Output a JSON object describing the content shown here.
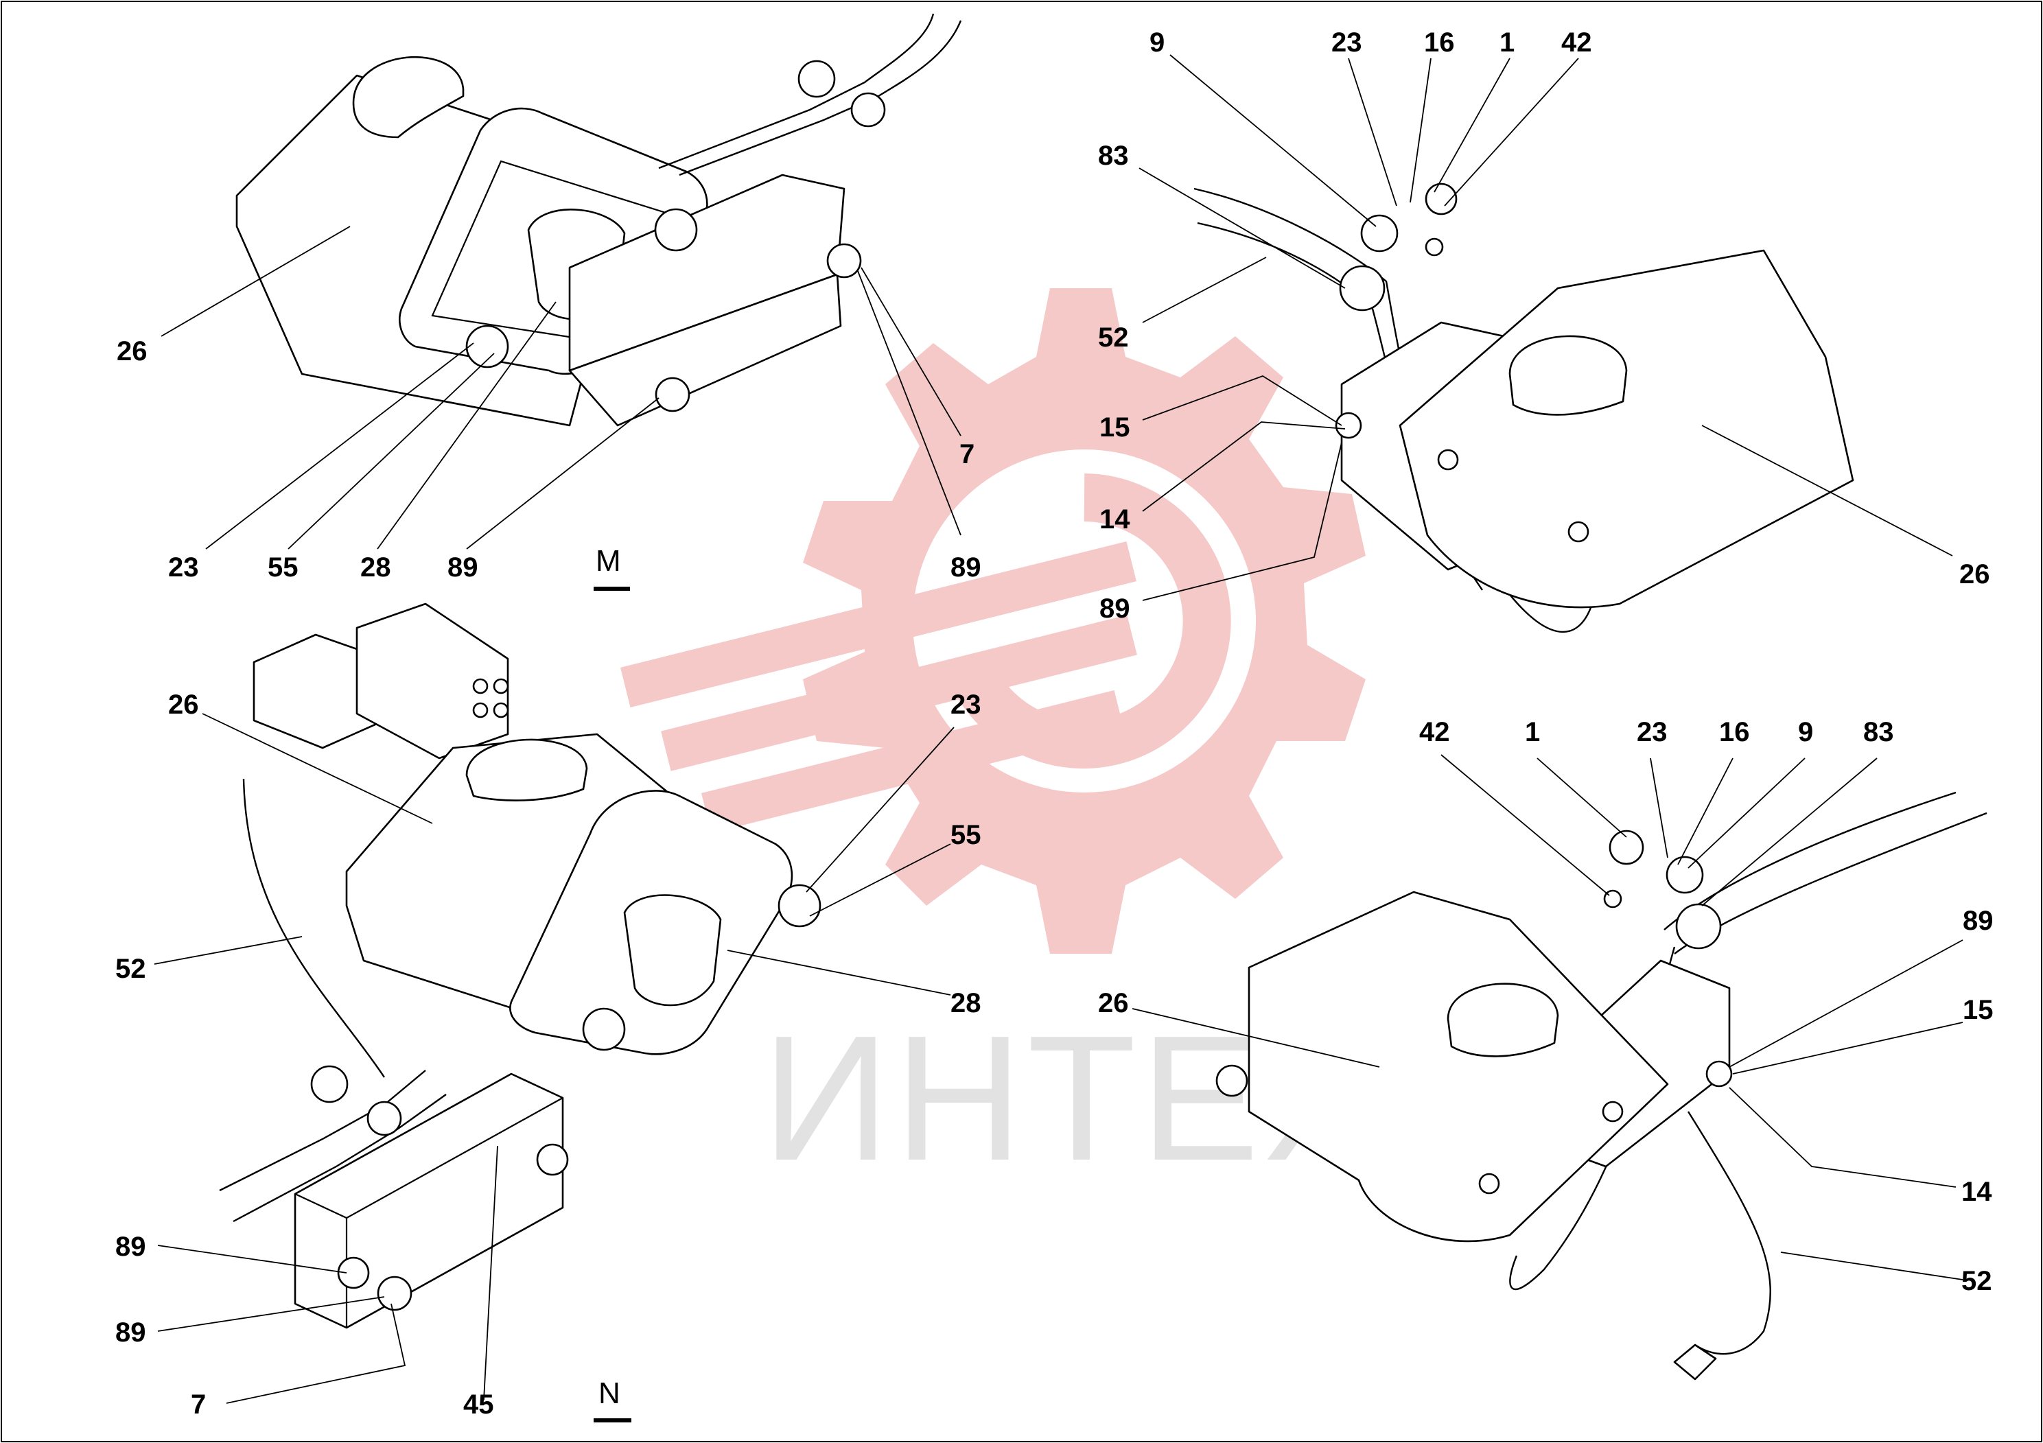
{
  "colors": {
    "watermark": "#f6c9c9",
    "watermark_text": "#e2e2e2",
    "ink": "#000000"
  },
  "watermark": {
    "text": "ИНТЕХ",
    "icon": "gear-logo-icon"
  },
  "views": [
    {
      "letter": "M"
    },
    {
      "letter": "N"
    }
  ],
  "labels": {
    "tl": [
      "26",
      "23",
      "55",
      "28",
      "89",
      "7",
      "89"
    ],
    "tr": [
      "9",
      "23",
      "16",
      "1",
      "42",
      "83",
      "52",
      "15",
      "14",
      "89",
      "26"
    ],
    "bl": [
      "26",
      "23",
      "55",
      "52",
      "28",
      "89",
      "89",
      "7",
      "45"
    ],
    "br": [
      "42",
      "1",
      "23",
      "16",
      "9",
      "83",
      "89",
      "26",
      "15",
      "14",
      "52"
    ]
  }
}
